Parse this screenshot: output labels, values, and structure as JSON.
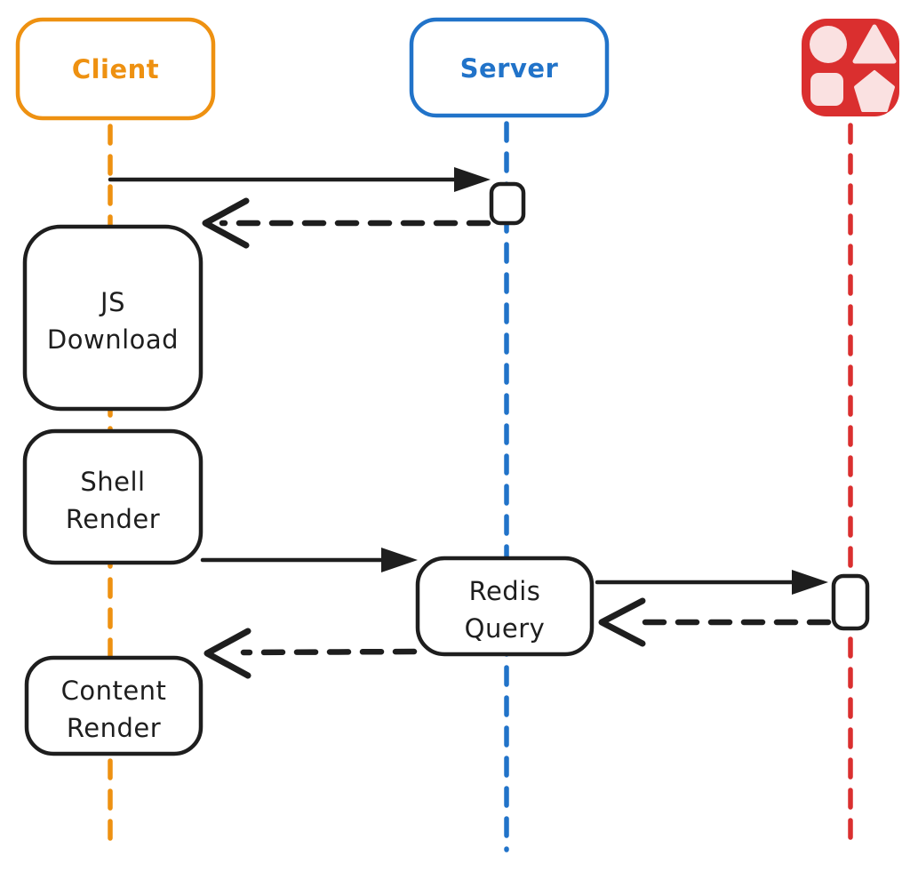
{
  "colors": {
    "background": "#ffffff",
    "client_accent": "#ee9111",
    "server_accent": "#2173c9",
    "datastore_accent": "#da2f2f",
    "datastore_shape_fill": "#fae1e1",
    "stroke_black": "#1e1e1e"
  },
  "actors": [
    {
      "id": "client",
      "label": "Client"
    },
    {
      "id": "server",
      "label": "Server"
    },
    {
      "id": "datastore",
      "label": "",
      "icon": "shapes-icon"
    }
  ],
  "tasks": [
    {
      "id": "js-download",
      "lifeline": "client",
      "lines": [
        "JS",
        "Download"
      ]
    },
    {
      "id": "shell-render",
      "lifeline": "client",
      "lines": [
        "Shell",
        "Render"
      ]
    },
    {
      "id": "redis-query",
      "lifeline": "server",
      "lines": [
        "Redis",
        "Query"
      ]
    },
    {
      "id": "content-render",
      "lifeline": "client",
      "lines": [
        "Content",
        "Render"
      ]
    }
  ],
  "messages": [
    {
      "from": "client",
      "to": "server",
      "style": "solid"
    },
    {
      "from": "server",
      "to": "client",
      "style": "dashed"
    },
    {
      "from": "shell-render",
      "to": "redis-query",
      "style": "solid"
    },
    {
      "from": "redis-query",
      "to": "datastore",
      "style": "solid"
    },
    {
      "from": "datastore",
      "to": "redis-query",
      "style": "dashed"
    },
    {
      "from": "redis-query",
      "to": "content-render",
      "style": "dashed"
    }
  ]
}
